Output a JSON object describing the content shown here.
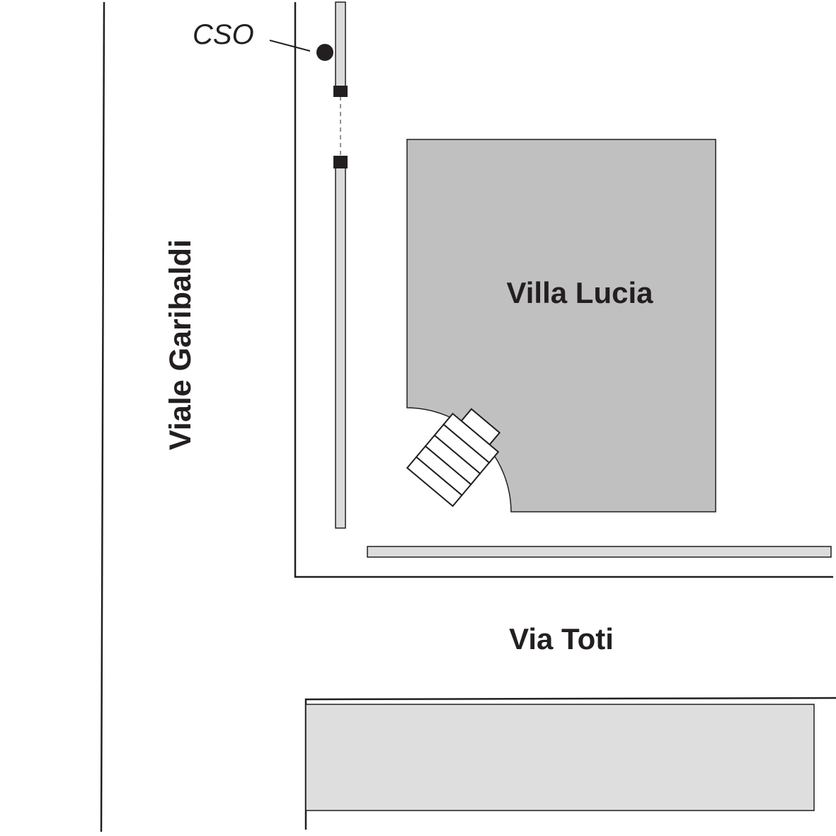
{
  "labels": {
    "cso": "CSO",
    "building": "Villa Lucia",
    "street_vertical": "Viale Garibaldi",
    "street_horizontal": "Via Toti"
  },
  "colors": {
    "line": "#231f20",
    "building_fill": "#c0c0c0",
    "wall_fill": "#dcdcdc",
    "block_fill": "#dedede",
    "background": "#ffffff"
  }
}
